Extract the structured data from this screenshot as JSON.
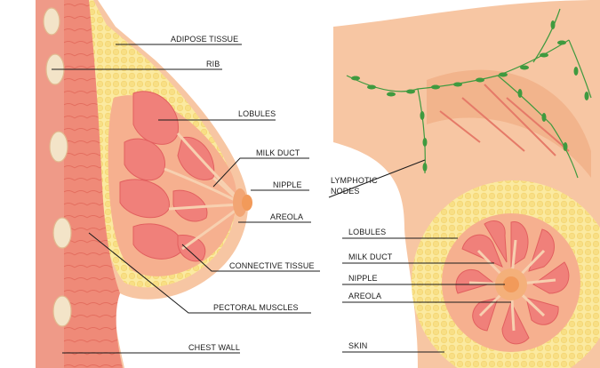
{
  "left_view": {
    "labels": {
      "adipose": "ADIPOSE TISSUE",
      "rib": "RIB",
      "lobules": "LOBULES",
      "milk_duct": "MILK DUCT",
      "nipple": "NIPPLE",
      "areola": "AREOLA",
      "connective": "CONNECTIVE TISSUE",
      "pectoral": "PECTORAL MUSCLES",
      "chest_wall": "CHEST WALL"
    }
  },
  "right_view": {
    "labels": {
      "lymph_1": "LYMPHOTIC",
      "lymph_2": "NODES",
      "lobules": "LOBULES",
      "milk_duct": "MILK DUCT",
      "nipple": "NIPPLE",
      "areola": "AREOLA",
      "skin": "SKIN"
    }
  },
  "colors": {
    "skin": "#f7c6a3",
    "skin_dark": "#f2b48c",
    "adipose": "#fbeaa0",
    "adipose_dot": "#f6dc7a",
    "lobule": "#f0807a",
    "lobule_dark": "#e25f5f",
    "muscle": "#ef8a78",
    "rib": "#f3e4c8",
    "nipple": "#f29a5a",
    "lymph": "#3f9a3f"
  }
}
